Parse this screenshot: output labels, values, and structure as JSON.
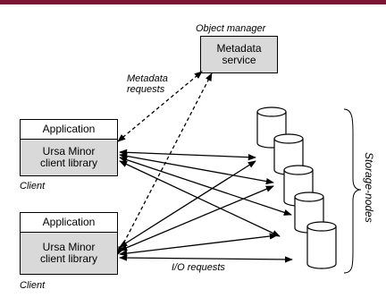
{
  "object_manager": {
    "label": "Object manager",
    "service_line1": "Metadata",
    "service_line2": "service"
  },
  "metadata_requests": {
    "line1": "Metadata",
    "line2": "requests"
  },
  "clients": [
    {
      "app_label": "Application",
      "lib_line1": "Ursa Minor",
      "lib_line2": "client library",
      "client_label": "Client"
    },
    {
      "app_label": "Application",
      "lib_line1": "Ursa Minor",
      "lib_line2": "client library",
      "client_label": "Client"
    }
  ],
  "io_requests_label": "I/O requests",
  "storage_nodes_label": "Storage-nodes",
  "colors": {
    "accent_bar": "#7a1634",
    "box_fill": "#d9d9d9"
  }
}
